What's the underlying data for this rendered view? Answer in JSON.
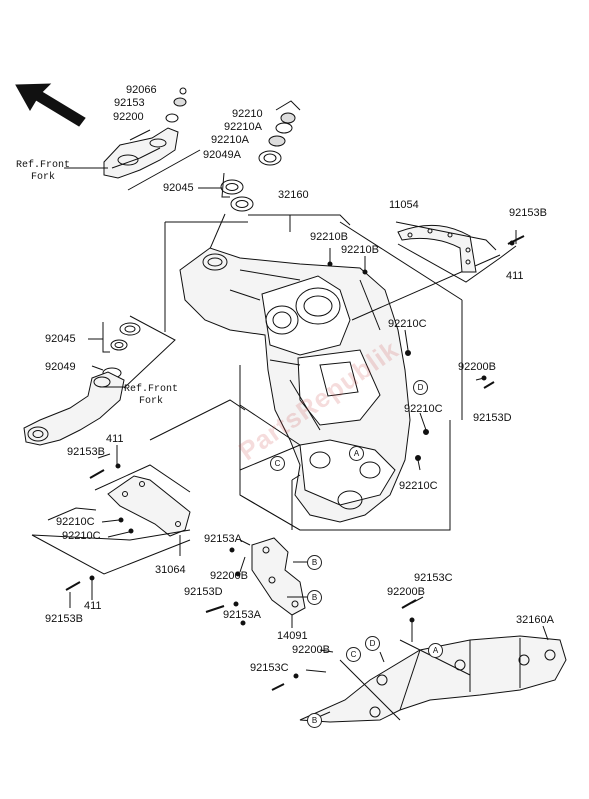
{
  "watermark": "PartsRepublik",
  "ref_labels": {
    "top": "Ref.Front\nFork",
    "mid": "Ref.Front\nFork"
  },
  "callouts": {
    "p92066": "92066",
    "p92153_top": "92153",
    "p92200_top": "92200",
    "p92210": "92210",
    "p92210A": "92210A",
    "p92210A_2": "92210A",
    "p92049A": "92049A",
    "p92045_top": "92045",
    "p32160": "32160",
    "p11054": "11054",
    "p92153B_tr": "92153B",
    "p411_tr": "411",
    "p92210B_1": "92210B",
    "p92210B_2": "92210B",
    "p92045_mid": "92045",
    "p92049": "92049",
    "p92210C_1": "92210C",
    "p92200B_r": "92200B",
    "p92210C_2": "92210C",
    "p92153D_r": "92153D",
    "p411_l": "411",
    "p92153B_l": "92153B",
    "p92210C_3": "92210C",
    "p92210C_4": "92210C",
    "p92210C_5": "92210C",
    "p31064": "31064",
    "p411_b": "411",
    "p92153B_b": "92153B",
    "p92153A_1": "92153A",
    "p92200B_m": "92200B",
    "p92153D_m": "92153D",
    "p92153A_2": "92153A",
    "p14091": "14091",
    "p92153C_1": "92153C",
    "p92200B_m2": "92200B",
    "p32160A": "32160A",
    "p92200B_b": "92200B",
    "p92153C_2": "92153C"
  },
  "markers": {
    "A": "A",
    "B": "B",
    "C": "C",
    "D": "D"
  },
  "colors": {
    "line": "#111111",
    "frame_fill": "#f4f4f4",
    "shadow": "#333333"
  }
}
